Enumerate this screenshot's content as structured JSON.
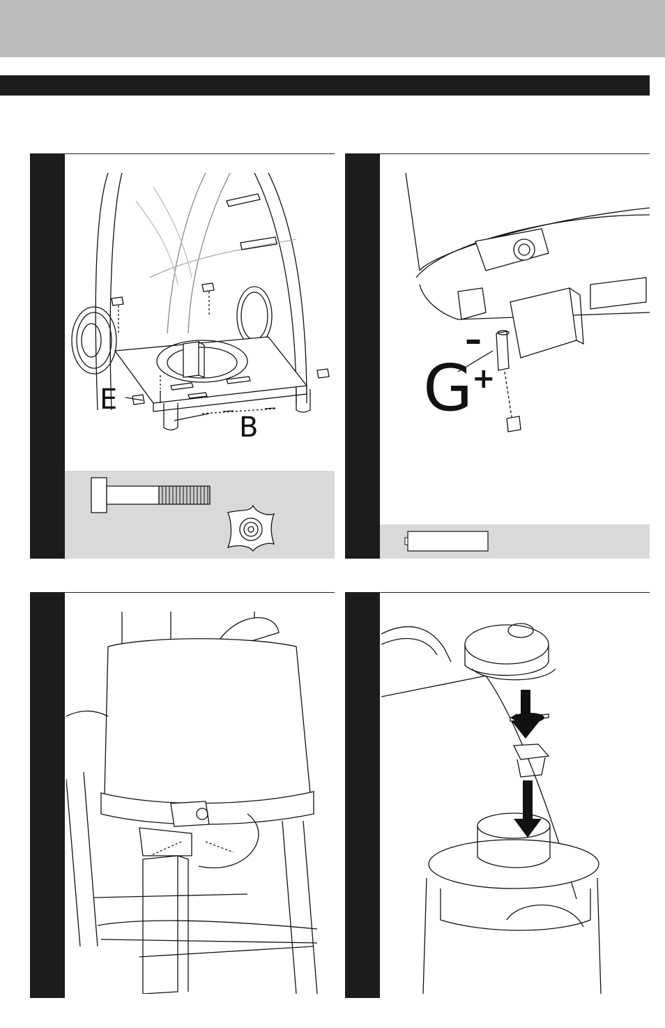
{
  "page": {
    "steps": [
      {
        "labels": [
          "E",
          "B"
        ]
      },
      {
        "labels": [
          "G",
          "–",
          "+"
        ]
      },
      {
        "labels": []
      },
      {
        "labels": []
      }
    ]
  }
}
